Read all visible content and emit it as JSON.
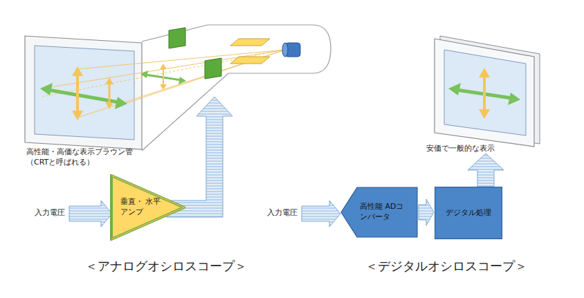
{
  "diagram": {
    "nodes": [
      {
        "text": [
          "垂直・ 水平アンプ"
        ]
      },
      {
        "text": [
          "高性能 ADコンバータ"
        ]
      },
      {
        "text": [
          "デジタル処理"
        ]
      }
    ],
    "edges": [
      {
        "from": 1,
        "to": 2,
        "arrow": "to"
      }
    ],
    "labels": [
      "高性能・高価な表示ブラウン管 （CRTと呼ばれる）",
      "入力電圧",
      "＜アナログオシロスコープ＞",
      "安価で一般的な表示",
      "入力電圧",
      "＜デジタルオシロスコープ＞"
    ]
  }
}
